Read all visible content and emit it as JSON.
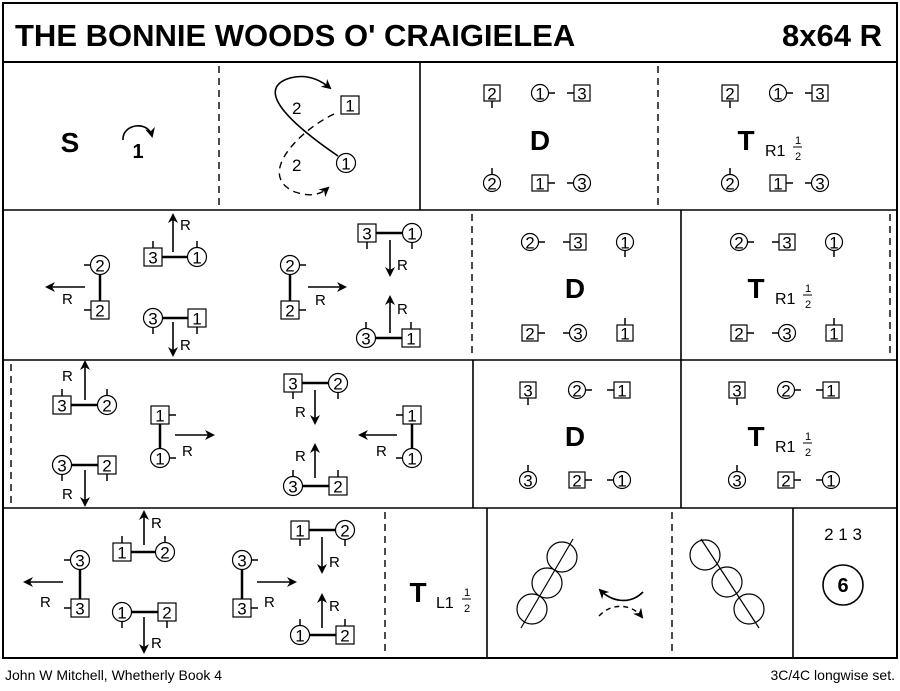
{
  "header": {
    "title": "THE BONNIE WOODS O' CRAIGIELEA",
    "type": "8x64 R"
  },
  "footer": {
    "source": "John W Mitchell, Whetherly Book 4",
    "set": "3C/4C longwise set."
  },
  "hand": "R",
  "row1": {
    "setting": "S",
    "cast_num": "1",
    "figure_labels": [
      "2",
      "2"
    ],
    "figure_dancers": [
      "1",
      "1"
    ],
    "cell3": {
      "letter": "D",
      "dancers": [
        "2",
        "1",
        "3",
        "2",
        "1",
        "3"
      ]
    },
    "cell4": {
      "letter": "T",
      "sub": "R1",
      "frac_num": "1",
      "frac_den": "2",
      "dancers": [
        "2",
        "1",
        "3",
        "2",
        "1",
        "3"
      ]
    }
  },
  "row2": {
    "reels": [
      "2",
      "2",
      "3",
      "1",
      "3",
      "1",
      "2",
      "2",
      "3",
      "1",
      "3",
      "1"
    ],
    "cell2": {
      "letter": "D",
      "dancers": [
        "2",
        "3",
        "1",
        "2",
        "3",
        "1"
      ]
    },
    "cell3": {
      "letter": "T",
      "sub": "R1",
      "frac_num": "1",
      "frac_den": "2",
      "dancers": [
        "2",
        "3",
        "1",
        "2",
        "3",
        "1"
      ]
    }
  },
  "row3": {
    "reels": [
      "3",
      "2",
      "3",
      "2",
      "1",
      "1",
      "3",
      "2",
      "3",
      "2",
      "1",
      "1"
    ],
    "cell2": {
      "letter": "D",
      "dancers": [
        "3",
        "2",
        "1",
        "3",
        "2",
        "1"
      ]
    },
    "cell3": {
      "letter": "T",
      "sub": "R1",
      "frac_num": "1",
      "frac_den": "2",
      "dancers": [
        "3",
        "2",
        "1",
        "3",
        "2",
        "1"
      ]
    }
  },
  "row4": {
    "reels": [
      "3",
      "3",
      "1",
      "2",
      "1",
      "2",
      "3",
      "3",
      "1",
      "2",
      "1",
      "2"
    ],
    "turn": {
      "letter": "T",
      "sub": "L1",
      "frac_num": "1",
      "frac_den": "2"
    },
    "final_order": "2 1 3",
    "bars_badge": "6"
  }
}
